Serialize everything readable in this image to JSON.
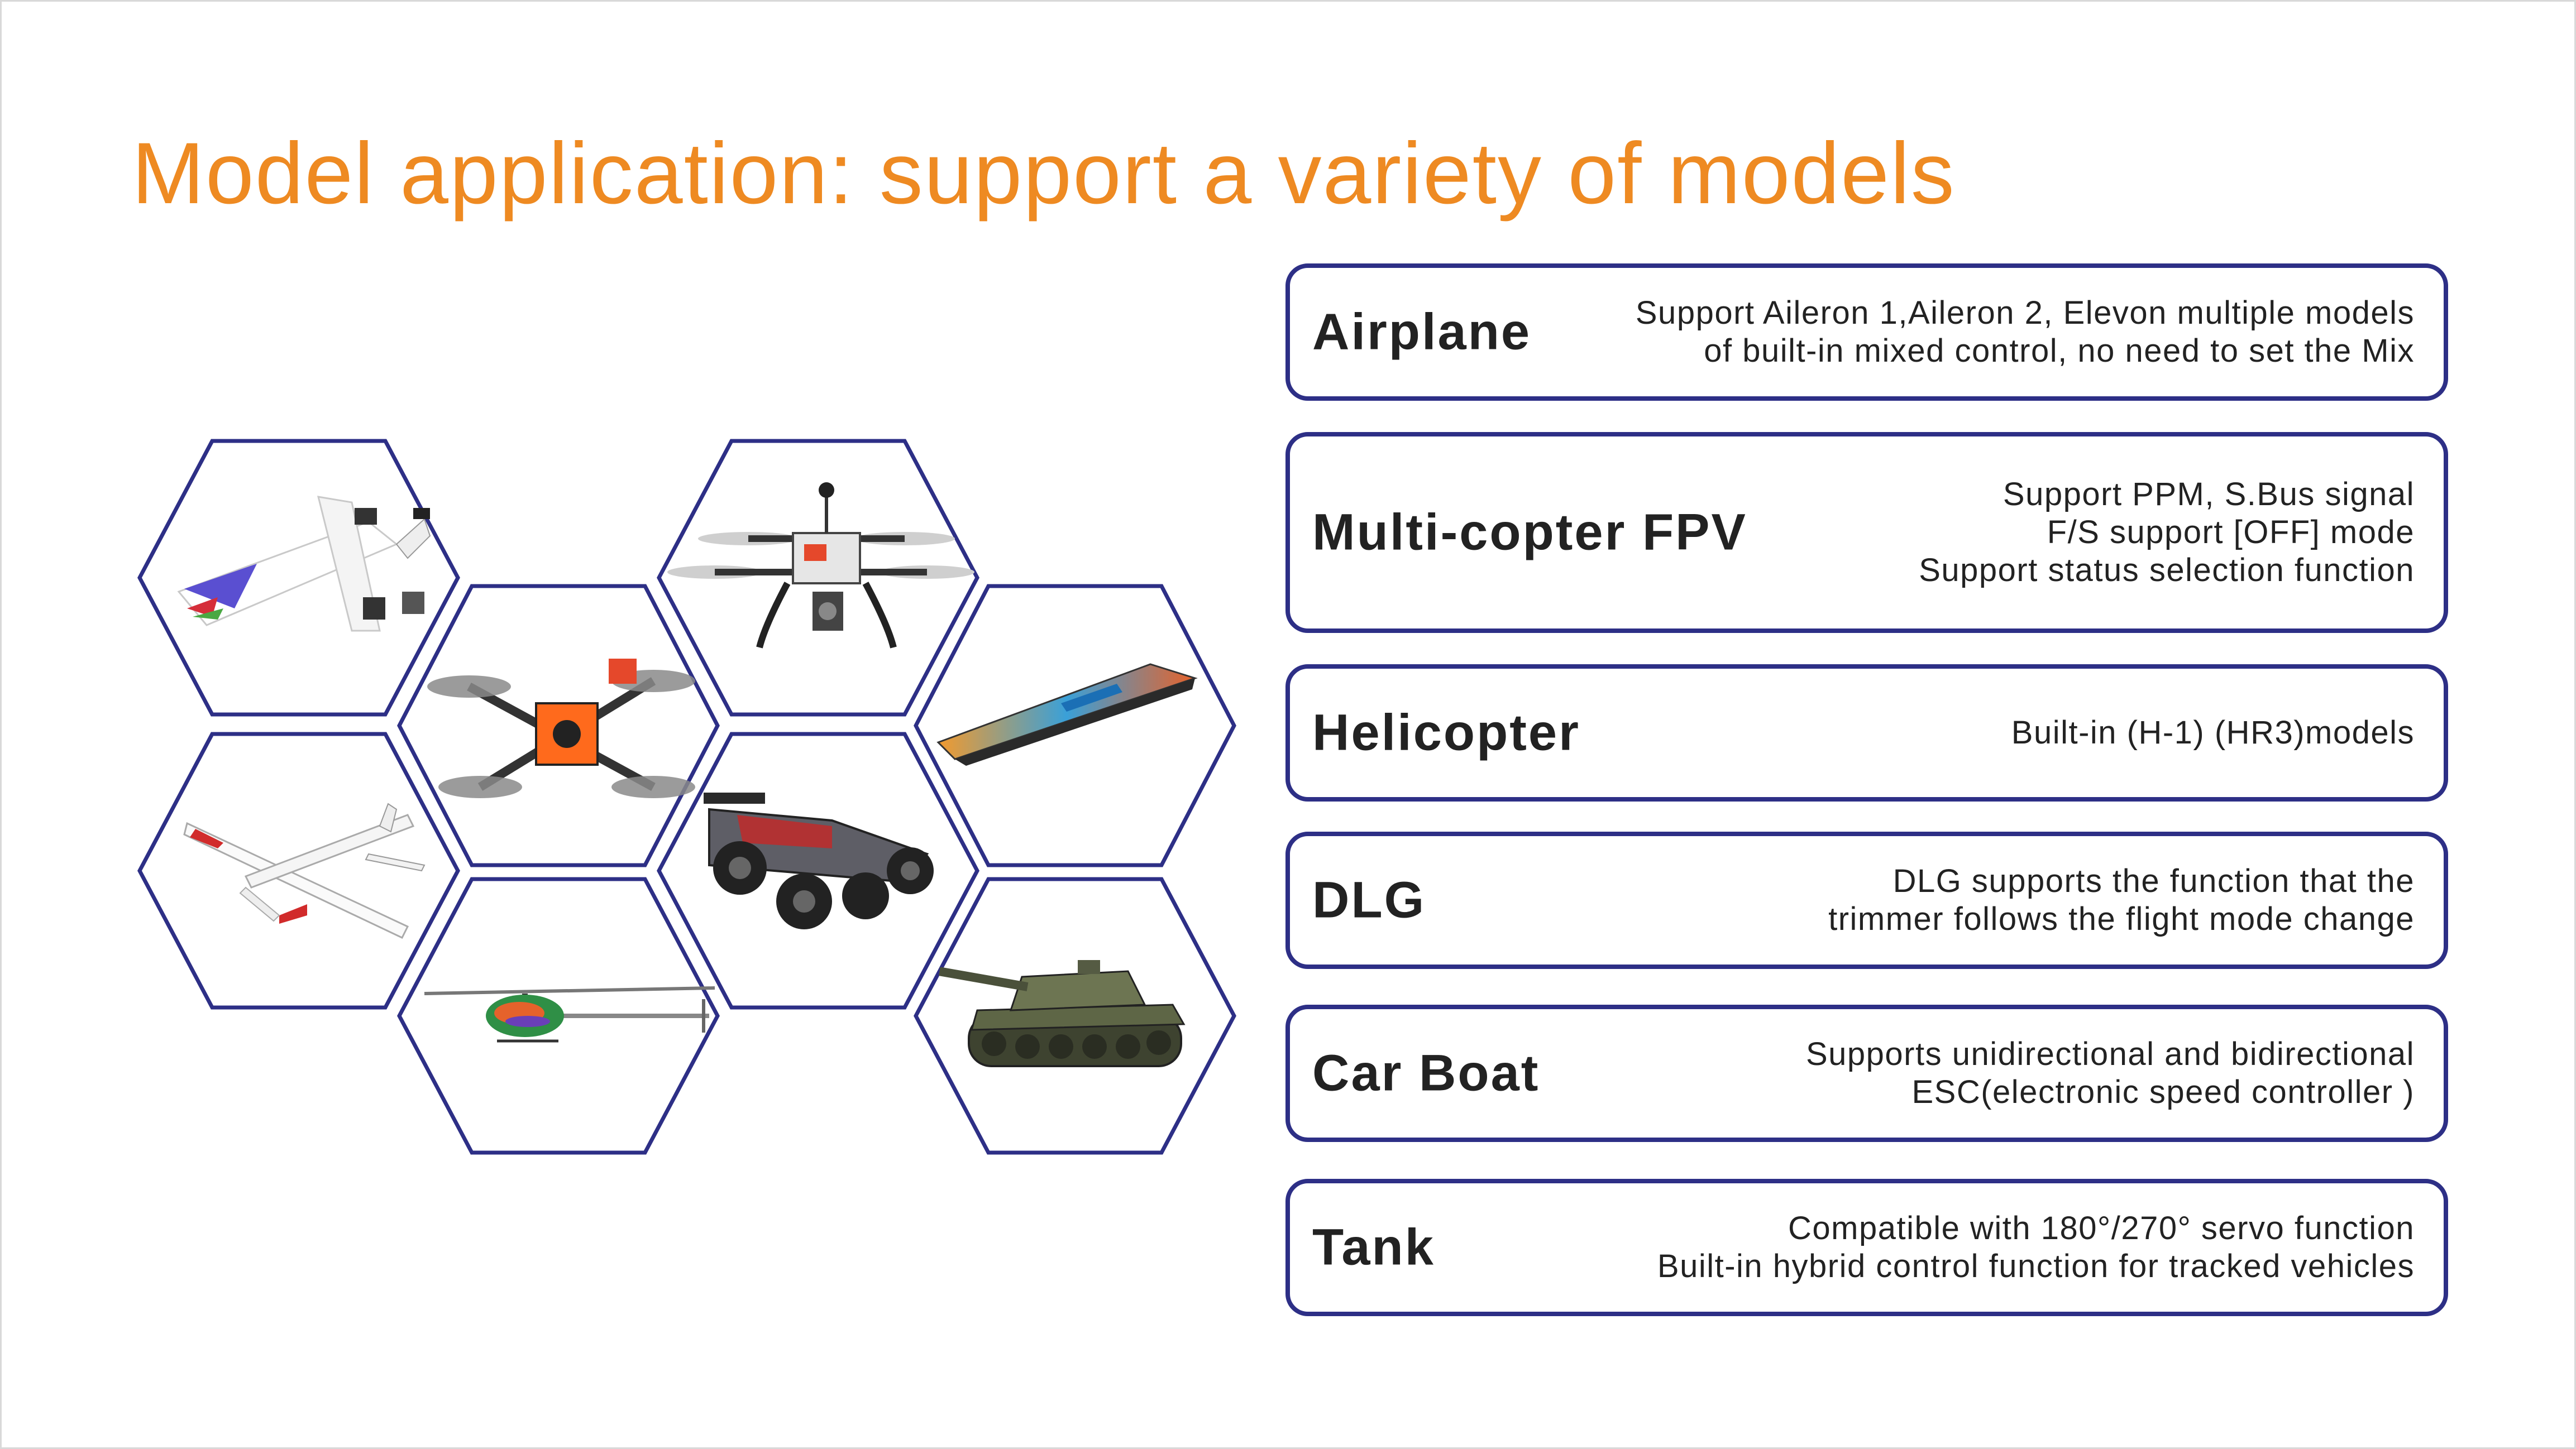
{
  "page": {
    "title": "Model application: support a variety of models",
    "title_color": "#ee8a22",
    "accent_color": "#2d2f86"
  },
  "models": [
    {
      "name": "Airplane",
      "desc": [
        "Support Aileron 1,Aileron 2, Elevon multiple models",
        "of built-in mixed control, no need to set the Mix"
      ]
    },
    {
      "name": "Multi-copter FPV",
      "desc": [
        "Support PPM, S.Bus signal",
        "F/S support [OFF] mode",
        "Support status selection function"
      ]
    },
    {
      "name": "Helicopter",
      "desc": [
        "Built-in (H-1) (HR3)models"
      ]
    },
    {
      "name": "DLG",
      "desc": [
        "DLG supports the function that the",
        "trimmer follows the flight mode change"
      ]
    },
    {
      "name": "Car Boat",
      "desc": [
        "Supports unidirectional and bidirectional",
        "ESC(electronic speed controller )"
      ]
    },
    {
      "name": "Tank",
      "desc": [
        "Compatible with 180°/270° servo function",
        "Built-in hybrid control function for tracked vehicles"
      ]
    }
  ],
  "hex_images": [
    {
      "icon": "aerobatic-airplane-image"
    },
    {
      "icon": "racing-quadcopter-image"
    },
    {
      "icon": "camera-quadcopter-image"
    },
    {
      "icon": "speed-boat-image"
    },
    {
      "icon": "glider-image"
    },
    {
      "icon": "helicopter-image"
    },
    {
      "icon": "buggy-car-image"
    },
    {
      "icon": "tank-image"
    }
  ]
}
